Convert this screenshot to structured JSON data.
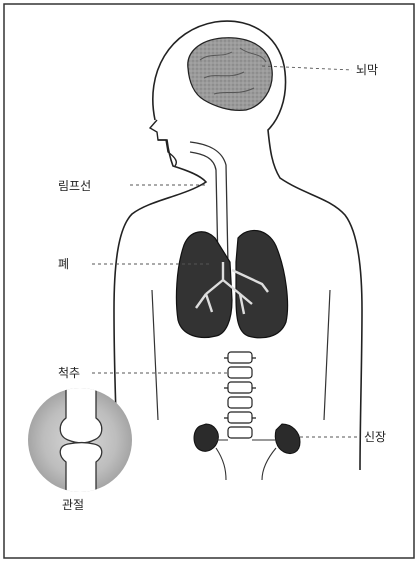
{
  "labels": {
    "brain": "뇌막",
    "lymph": "림프선",
    "lung": "폐",
    "spine": "척추",
    "kidney": "신장",
    "joint": "관절"
  }
}
